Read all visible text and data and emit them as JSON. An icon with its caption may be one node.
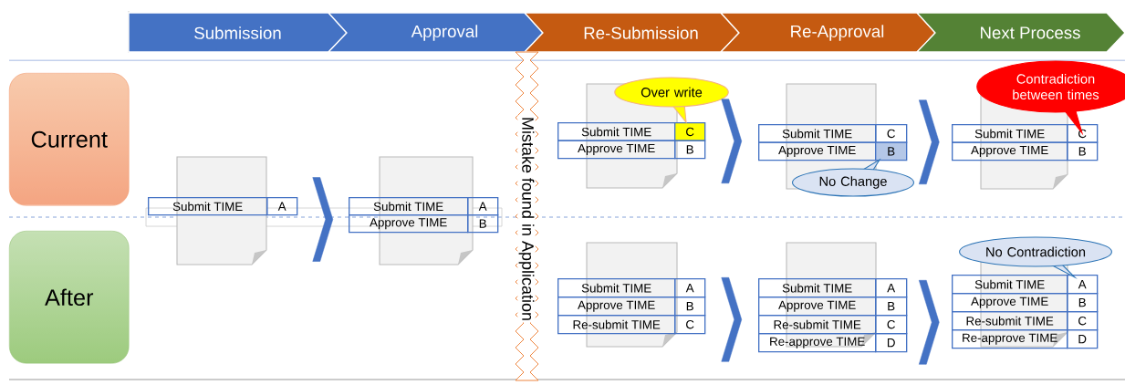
{
  "diagram": {
    "nodes": [
      {
        "text": [
          "Submission"
        ]
      },
      {
        "text": [
          "Approval"
        ]
      },
      {
        "text": [
          "Re-Submission"
        ]
      },
      {
        "text": [
          "Re-Approval"
        ]
      },
      {
        "text": [
          "Next Process"
        ]
      },
      {
        "text": [
          "Current"
        ]
      },
      {
        "text": [
          "After"
        ]
      },
      {
        "text": [
          "Mistake found in Application"
        ]
      },
      {
        "text": [
          "Submit TIME",
          "A"
        ]
      },
      {
        "text": [
          "Submit TIME",
          "A",
          "Approve TIME",
          "B"
        ]
      },
      {
        "text": [
          "Submit TIME",
          "C",
          "Approve TIME",
          "B"
        ]
      },
      {
        "text": [
          "Over write"
        ]
      },
      {
        "text": [
          "Submit TIME",
          "C",
          "Approve TIME",
          "B"
        ]
      },
      {
        "text": [
          "No Change"
        ]
      },
      {
        "text": [
          "Submit TIME",
          "C",
          "Approve TIME",
          "B"
        ]
      },
      {
        "text": [
          "Contradiction between times"
        ]
      },
      {
        "text": [
          "Submit TIME",
          "A",
          "Approve TIME",
          "B",
          "Re-submit TIME",
          "C"
        ]
      },
      {
        "text": [
          "Submit TIME",
          "A",
          "Approve TIME",
          "B",
          "Re-submit TIME",
          "C",
          "Re-approve TIME",
          "D"
        ]
      },
      {
        "text": [
          "Submit TIME",
          "A",
          "Approve TIME",
          "B",
          "Re-submit TIME",
          "C",
          "Re-approve TIME",
          "D"
        ]
      },
      {
        "text": [
          "No Contradiction"
        ]
      }
    ],
    "edges": [
      {
        "from": 8,
        "to": 9,
        "arrow": "to"
      },
      {
        "from": 10,
        "to": 12,
        "arrow": "to"
      },
      {
        "from": 12,
        "to": 14,
        "arrow": "to"
      },
      {
        "from": 16,
        "to": 17,
        "arrow": "to"
      },
      {
        "from": 17,
        "to": 18,
        "arrow": "to"
      }
    ]
  }
}
